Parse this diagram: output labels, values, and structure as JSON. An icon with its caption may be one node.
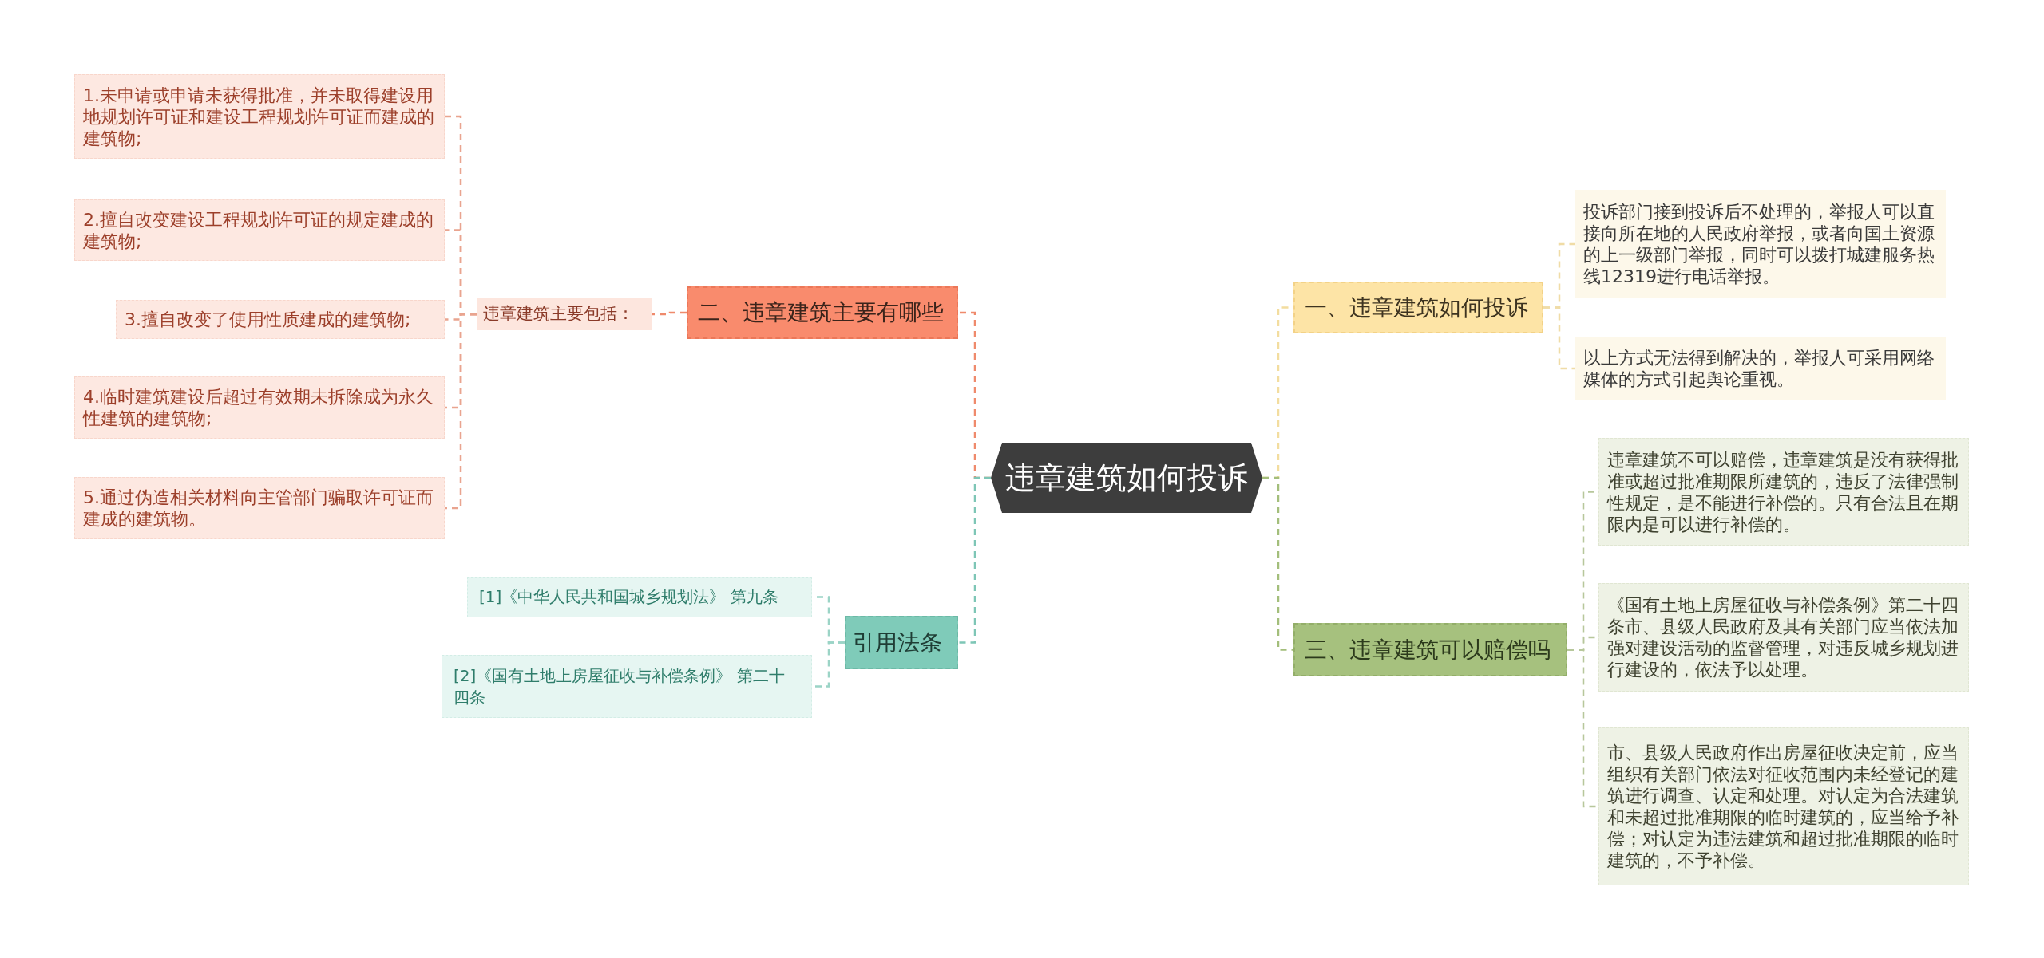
{
  "diagram": {
    "nodes": [
      {
        "text": [
          "违章建筑如何投诉"
        ]
      },
      {
        "text": [
          "一、违章建筑如何投诉"
        ]
      },
      {
        "text": [
          "投诉部门接到投诉后不处理的，举报人可以直接向所在地的人民政府举报，或者向国土资源的上一级部门举报，同时可以拨打城建服务热线12319进行电话举报。"
        ]
      },
      {
        "text": [
          "以上方式无法得到解决的，举报人可采用网络媒体的方式引起舆论重视。"
        ]
      },
      {
        "text": [
          "二、违章建筑主要有哪些"
        ]
      },
      {
        "text": [
          "违章建筑主要包括："
        ]
      },
      {
        "text": [
          "1.未申请或申请未获得批准，并未取得建设用地规划许可证和建设工程规划许可证而建成的建筑物;"
        ]
      },
      {
        "text": [
          "2.擅自改变建设工程规划许可证的规定建成的建筑物;"
        ]
      },
      {
        "text": [
          "3.擅自改变了使用性质建成的建筑物;"
        ]
      },
      {
        "text": [
          "4.临时建筑建设后超过有效期未拆除成为永久性建筑的建筑物;"
        ]
      },
      {
        "text": [
          "5.通过伪造相关材料向主管部门骗取许可证而建成的建筑物。"
        ]
      },
      {
        "text": [
          "三、违章建筑可以赔偿吗"
        ]
      },
      {
        "text": [
          "违章建筑不可以赔偿，违章建筑是没有获得批准或超过批准期限所建筑的，违反了法律强制性规定，是不能进行补偿的。只有合法且在期限内是可以进行补偿的。"
        ]
      },
      {
        "text": [
          "《国有土地上房屋征收与补偿条例》第二十四条市、县级人民政府及其有关部门应当依法加强对建设活动的监督管理，对违反城乡规划进行建设的，依法予以处理。"
        ]
      },
      {
        "text": [
          "市、县级人民政府作出房屋征收决定前，应当组织有关部门依法对征收范围内未经登记的建筑进行调查、认定和处理。对认定为合法建筑和未超过批准期限的临时建筑的，应当给予补偿；对认定为违法建筑和超过批准期限的临时建筑的，不予补偿。"
        ]
      },
      {
        "text": [
          "引用法条"
        ]
      },
      {
        "text": [
          "[1]《中华人民共和国城乡规划法》 第九条"
        ]
      },
      {
        "text": [
          "[2]《国有土地上房屋征收与补偿条例》 第二十四条"
        ]
      }
    ],
    "edges": [
      {
        "from": 0,
        "to": 1,
        "arrow": "none",
        "style": "dashed",
        "color": "#f3dd9f"
      },
      {
        "from": 1,
        "to": 2,
        "arrow": "none",
        "style": "dashed",
        "color": "#f0dca6"
      },
      {
        "from": 1,
        "to": 3,
        "arrow": "none",
        "style": "dashed",
        "color": "#f0dca6"
      },
      {
        "from": 0,
        "to": 4,
        "arrow": "none",
        "style": "dashed",
        "color": "#ef8a6c"
      },
      {
        "from": 4,
        "to": 5,
        "arrow": "none",
        "style": "dashed",
        "color": "#ef8a6c"
      },
      {
        "from": 5,
        "to": 6,
        "arrow": "none",
        "style": "dashed",
        "color": "#e9a48f"
      },
      {
        "from": 5,
        "to": 7,
        "arrow": "none",
        "style": "dashed",
        "color": "#e9a48f"
      },
      {
        "from": 5,
        "to": 8,
        "arrow": "none",
        "style": "dashed",
        "color": "#e9a48f"
      },
      {
        "from": 5,
        "to": 9,
        "arrow": "none",
        "style": "dashed",
        "color": "#e9a48f"
      },
      {
        "from": 5,
        "to": 10,
        "arrow": "none",
        "style": "dashed",
        "color": "#e9a48f"
      },
      {
        "from": 0,
        "to": 11,
        "arrow": "none",
        "style": "dashed",
        "color": "#a3be7b"
      },
      {
        "from": 11,
        "to": 12,
        "arrow": "none",
        "style": "dashed",
        "color": "#b7c79b"
      },
      {
        "from": 11,
        "to": 13,
        "arrow": "none",
        "style": "dashed",
        "color": "#b7c79b"
      },
      {
        "from": 11,
        "to": 14,
        "arrow": "none",
        "style": "dashed",
        "color": "#b7c79b"
      },
      {
        "from": 0,
        "to": 15,
        "arrow": "none",
        "style": "dashed",
        "color": "#7ec6b6"
      },
      {
        "from": 15,
        "to": 16,
        "arrow": "none",
        "style": "dashed",
        "color": "#9bd4c6"
      },
      {
        "from": 15,
        "to": 17,
        "arrow": "none",
        "style": "dashed",
        "color": "#9bd4c6"
      }
    ]
  }
}
